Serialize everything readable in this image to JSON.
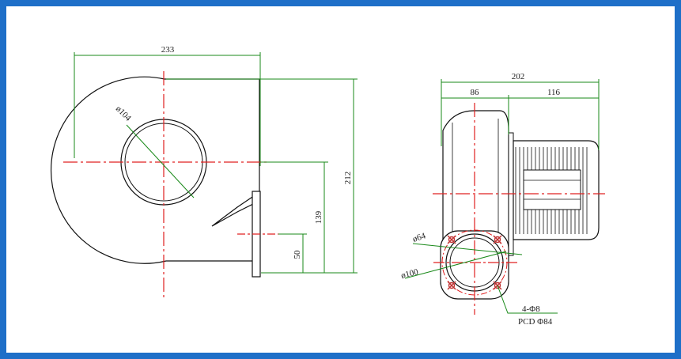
{
  "colors": {
    "border": "#1e6fc8",
    "outline": "#111111",
    "centerline": "#e02020",
    "dimension": "#1a8a1a",
    "bolt": "#c03030"
  },
  "side_view": {
    "dim_width": "233",
    "dim_height": "212",
    "dim_outlet_center": "139",
    "dim_outlet_offset": "50",
    "dim_inlet_dia": "ø104"
  },
  "front_view": {
    "dim_total": "202",
    "dim_housing": "86",
    "dim_motor": "116",
    "dim_inner_dia": "ø64",
    "dim_outer_dia": "ø100",
    "holes": "4-Φ8",
    "pcd": "PCD Φ84"
  }
}
